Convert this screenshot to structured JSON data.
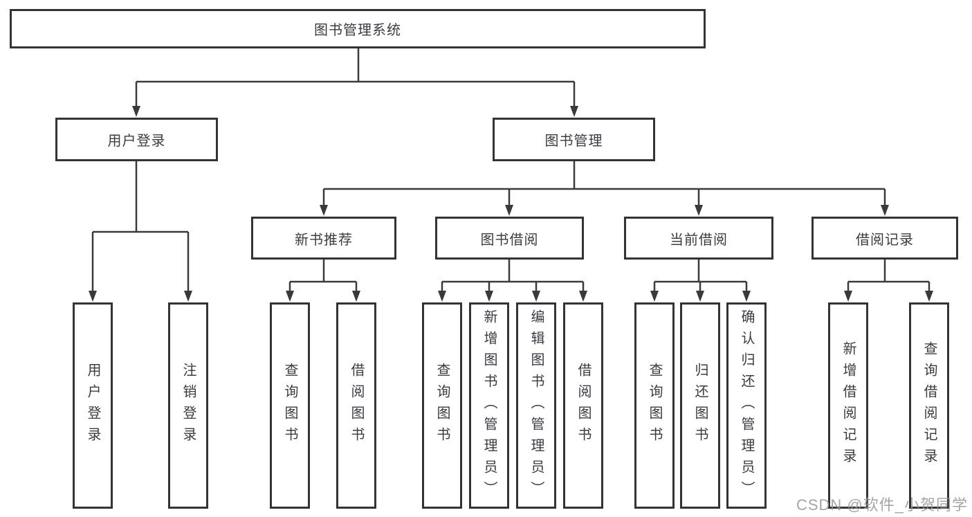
{
  "colors": {
    "line": "#3a3a3a",
    "box_border": "#333333",
    "text": "#3b3b43",
    "watermark": "#949498",
    "background": "#ffffff"
  },
  "watermark": "CSDN @软件_小贺同学",
  "tree": {
    "label": "图书管理系统",
    "children": [
      {
        "label": "用户登录",
        "children": [
          {
            "label": "用户登录"
          },
          {
            "label": "注销登录"
          }
        ]
      },
      {
        "label": "图书管理",
        "children": [
          {
            "label": "新书推荐",
            "children": [
              {
                "label": "查询图书"
              },
              {
                "label": "借阅图书"
              }
            ]
          },
          {
            "label": "图书借阅",
            "children": [
              {
                "label": "查询图书"
              },
              {
                "label": "新增图书（管理员）"
              },
              {
                "label": "编辑图书（管理员）"
              },
              {
                "label": "借阅图书"
              }
            ]
          },
          {
            "label": "当前借阅",
            "children": [
              {
                "label": "查询图书"
              },
              {
                "label": "归还图书"
              },
              {
                "label": "确认归还（管理员）"
              }
            ]
          },
          {
            "label": "借阅记录",
            "children": [
              {
                "label": "新增借阅记录"
              },
              {
                "label": "查询借阅记录"
              }
            ]
          }
        ]
      }
    ]
  }
}
